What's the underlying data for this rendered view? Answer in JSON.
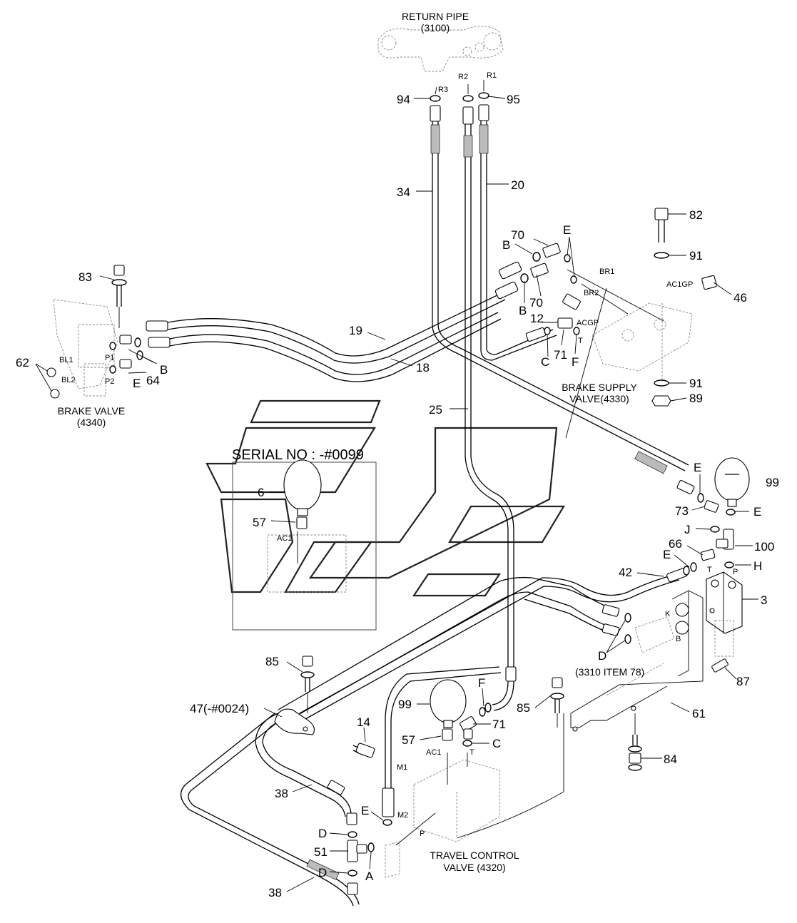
{
  "diagram": {
    "return_pipe": "RETURN PIPE",
    "return_pipe_ref": "(3100)",
    "brake_valve": "BRAKE VALVE",
    "brake_valve_ref": "(4340)",
    "brake_supply_valve": "BRAKE SUPPLY",
    "brake_supply_valve_ref": "VALVE(4330)",
    "travel_control_valve": "TRAVEL CONTROL",
    "travel_control_valve_ref": "VALVE (4320)",
    "serial_note": "SERIAL NO : -#0099",
    "item_ref_3310": "(3310 ITEM 78)",
    "part_47_label": "47(-#0024)"
  },
  "ports": {
    "R1": "R1",
    "R2": "R2",
    "R3": "R3",
    "BR1": "BR1",
    "BR2": "BR2",
    "AC1GP": "AC1GP",
    "ACGP": "ACGP",
    "T_supply": "T",
    "BL1": "BL1",
    "BL2": "BL2",
    "P1": "P1",
    "P2": "P2",
    "AC1_top": "AC1",
    "AC1_bottom": "AC1",
    "M1": "M1",
    "M2": "M2",
    "P_tcv": "P",
    "T_tcv": "T",
    "T_block": "T",
    "P_block": "P",
    "K": "K",
    "B_block": "B"
  },
  "callouts": {
    "c94": "94",
    "c95": "95",
    "c34": "34",
    "c20": "20",
    "c82": "82",
    "c91a": "91",
    "c46": "46",
    "c91b": "91",
    "c89": "89",
    "c70a": "70",
    "c70b": "70",
    "cB1": "B",
    "cB2": "B",
    "cE1": "E",
    "c12": "12",
    "cC1": "C",
    "c71a": "71",
    "cF1": "F",
    "c83": "83",
    "c19": "19",
    "c18": "18",
    "c62": "62",
    "cB3": "B",
    "cE2": "E",
    "c64": "64",
    "c25": "25",
    "c6": "6",
    "c57a": "57",
    "cE3": "E",
    "c99a": "99",
    "c73": "73",
    "cE4": "E",
    "cJ": "J",
    "c100": "100",
    "c66": "66",
    "cE5": "E",
    "cH": "H",
    "c42": "42",
    "c3": "3",
    "cD1": "D",
    "c87": "87",
    "c85a": "85",
    "c47": "47",
    "c14": "14",
    "c99b": "99",
    "cF2": "F",
    "c71b": "71",
    "c85b": "85",
    "c61": "61",
    "c57b": "57",
    "cC2": "C",
    "c84": "84",
    "c38a": "38",
    "cE6": "E",
    "cD2": "D",
    "c51": "51",
    "cD3": "D",
    "cA": "A",
    "c38b": "38"
  }
}
